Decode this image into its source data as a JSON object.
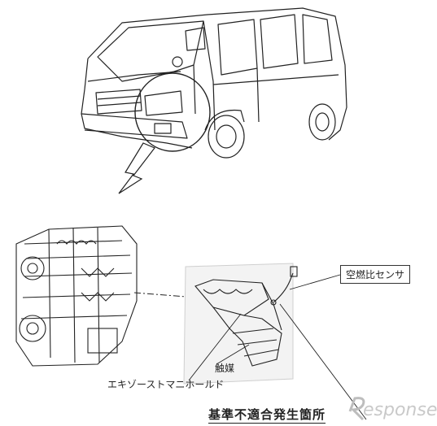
{
  "labels": {
    "air_fuel_sensor": "空燃比センサ",
    "catalyst": "触媒",
    "exhaust_manifold": "エキゾーストマニホールド",
    "title": "基準不適合発生箇所"
  },
  "watermark": {
    "text": "esponse."
  }
}
